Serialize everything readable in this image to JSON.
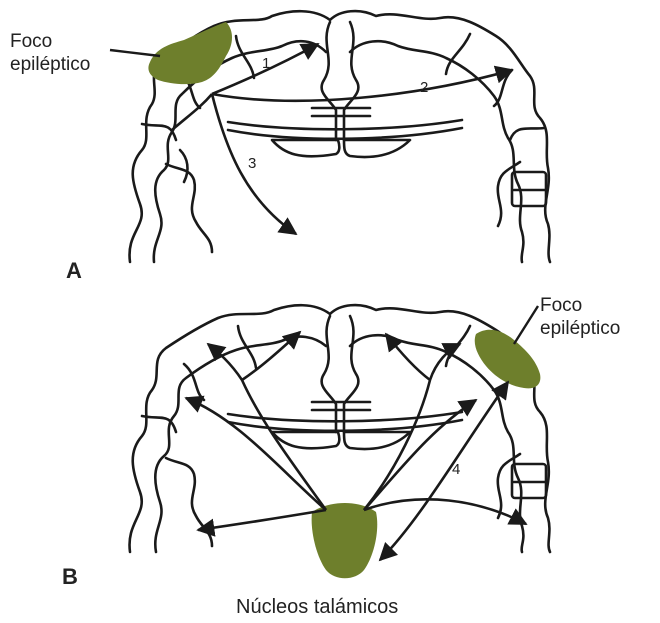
{
  "panel_a": {
    "letter": "A",
    "focus_label_line1": "Foco",
    "focus_label_line2": "epiléptico",
    "pathways": [
      "1",
      "2",
      "3"
    ]
  },
  "panel_b": {
    "letter": "B",
    "focus_label_line1": "Foco",
    "focus_label_line2": "epiléptico",
    "pathways": [
      "4"
    ],
    "thalamus_caption": "Núcleos talámicos"
  },
  "colors": {
    "focus_fill": "#6e7f2c",
    "outline": "#1a1a1a"
  }
}
